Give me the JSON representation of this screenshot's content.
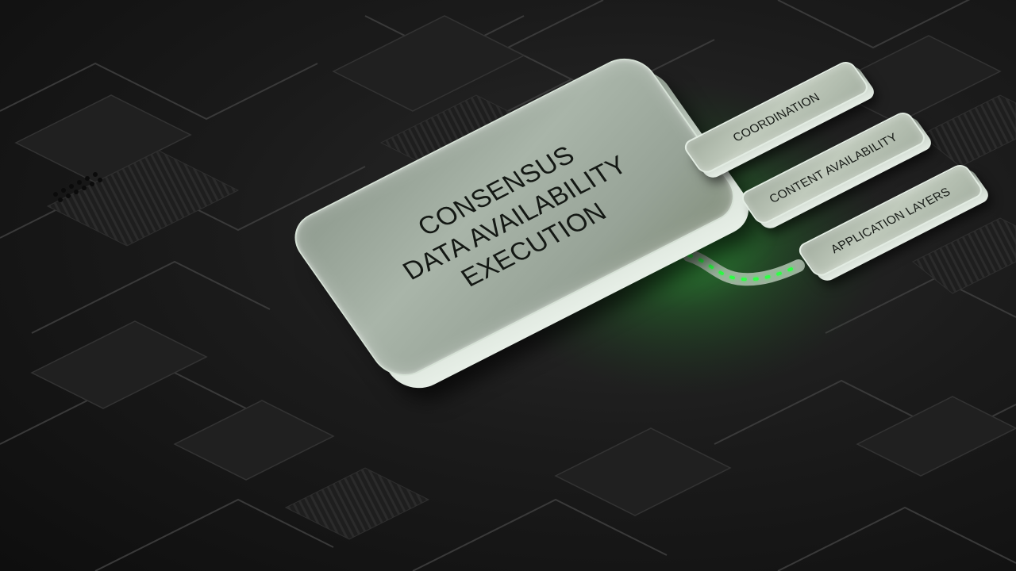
{
  "main_block": {
    "lines": [
      "CONSENSUS",
      "DATA AVAILABILITY",
      "EXECUTION"
    ]
  },
  "layers": [
    {
      "label": "COORDINATION"
    },
    {
      "label": "CONTENT AVAILABILITY"
    },
    {
      "label": "APPLICATION LAYERS"
    }
  ],
  "colors": {
    "background": "#1b1b1b",
    "glass": "#a9b5a9",
    "glow": "#39ff4a",
    "text": "#141814"
  }
}
